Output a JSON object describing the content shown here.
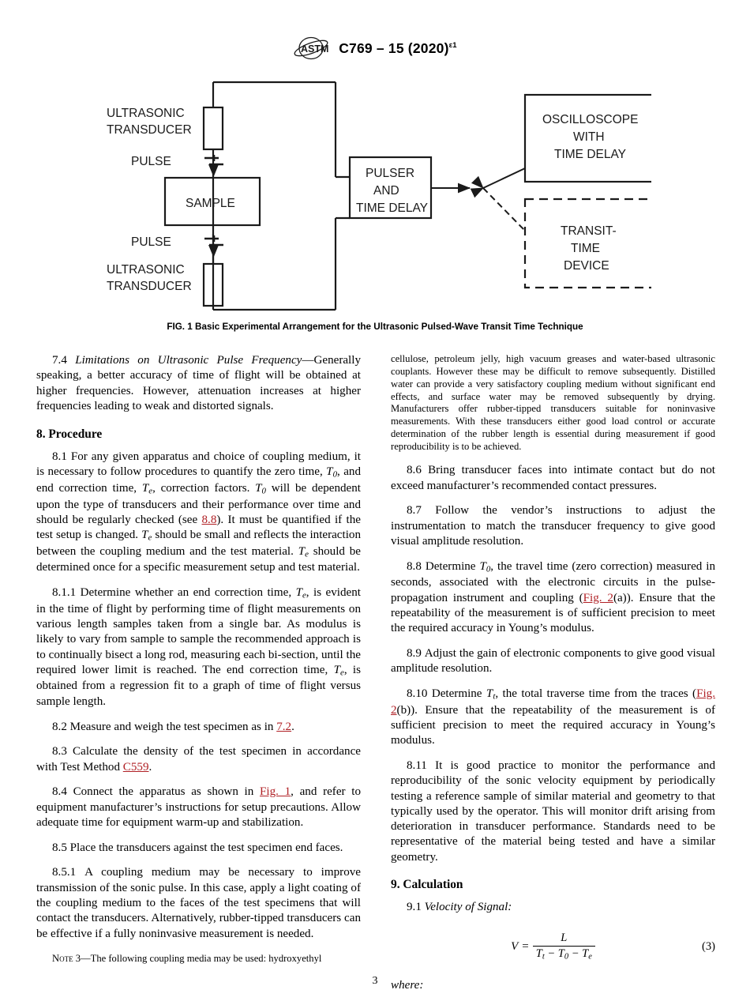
{
  "header": {
    "logo_alt": "astm-logo",
    "designation": "C769 – 15 (2020)",
    "revision_mark": "ε1"
  },
  "figure": {
    "caption": "FIG. 1 Basic Experimental Arrangement for the Ultrasonic Pulsed-Wave Transit Time Technique",
    "labels": {
      "transducer_top": "ULTRASONIC\nTRANSDUCER",
      "transducer_top_line1": "ULTRASONIC",
      "transducer_top_line2": "TRANSDUCER",
      "pulse_top": "PULSE",
      "sample": "SAMPLE",
      "pulse_bottom": "PULSE",
      "transducer_bottom_line1": "ULTRASONIC",
      "transducer_bottom_line2": "TRANSDUCER",
      "pulser_line1": "PULSER",
      "pulser_line2": "AND",
      "pulser_line3": "TIME DELAY",
      "oscilloscope_line1": "OSCILLOSCOPE",
      "oscilloscope_line2": "WITH",
      "oscilloscope_line3": "TIME DELAY",
      "transit_line1": "TRANSIT-",
      "transit_line2": "TIME",
      "transit_line3": "DEVICE"
    }
  },
  "left_column": {
    "p74_num": "7.4",
    "p74_title": "Limitations on Ultrasonic Pulse Frequency",
    "p74_text": "—Generally speaking, a better accuracy of time of flight will be obtained at higher frequencies. However, attenuation increases at higher frequencies leading to weak and distorted signals.",
    "heading8": "8.  Procedure",
    "p81_num": "8.1",
    "p81_a": "For any given apparatus and choice of coupling medium, it is necessary to follow procedures to quantify the zero time, ",
    "p81_b": ", and end correction time, ",
    "p81_c": ", correction factors. ",
    "p81_d": " will be dependent upon the type of transducers and their performance over time and should be regularly checked (see ",
    "p81_xref": "8.8",
    "p81_e": "). It must be quantified if the test setup is changed. ",
    "p81_f": " should be small and reflects the interaction between the coupling medium and the test material. ",
    "p81_g": " should be determined once for a specific measurement setup and test material.",
    "p811_num": "8.1.1",
    "p811_a": "Determine whether an end correction time, ",
    "p811_b": ", is evident in the time of flight by performing time of flight measurements on various length samples taken from a single bar. As modulus is likely to vary from sample to sample the recommended approach is to continually bisect a long rod, measuring each bi-section, until the required lower limit is reached. The end correction time, ",
    "p811_c": ", is obtained from a regression fit to a graph of time of flight versus sample length.",
    "p82_num": "8.2",
    "p82_a": "Measure and weigh the test specimen as in ",
    "p82_xref": "7.2",
    "p82_b": ".",
    "p83_num": "8.3",
    "p83_a": "Calculate the density of the test specimen in accordance with Test Method ",
    "p83_xref": "C559",
    "p83_b": ".",
    "p84_num": "8.4",
    "p84_a": "Connect the apparatus as shown in ",
    "p84_xref": "Fig. 1",
    "p84_b": ", and refer to equipment manufacturer’s instructions for setup precautions. Allow adequate time for equipment warm-up and stabilization.",
    "p85_num": "8.5",
    "p85_text": "Place the transducers against the test specimen end faces.",
    "p851_num": "8.5.1",
    "p851_text": "A coupling medium may be necessary to improve transmission of the sonic pulse. In this case, apply a light coating of the coupling medium to the faces of the test specimens that will contact the transducers. Alternatively, rubber-tipped transducers can be effective if a fully noninvasive measurement is needed.",
    "note3_label": "Note 3",
    "note3_text": "—The following coupling media may be used: hydroxyethyl"
  },
  "right_column": {
    "note3_cont": "cellulose, petroleum jelly, high vacuum greases and water-based ultrasonic couplants. However these may be difficult to remove subsequently. Distilled water can provide a very satisfactory coupling medium without significant end effects, and surface water may be removed subsequently by drying. Manufacturers offer rubber-tipped transducers suitable for noninvasive measurements. With these transducers either good load control or accurate determination of the rubber length is essential during measurement if good reproducibility is to be achieved.",
    "p86_num": "8.6",
    "p86_text": "Bring transducer faces into intimate contact but do not exceed manufacturer’s recommended contact pressures.",
    "p87_num": "8.7",
    "p87_text": "Follow the vendor’s instructions to adjust the instrumentation to match the transducer frequency to give good visual amplitude resolution.",
    "p88_num": "8.8",
    "p88_a": "Determine ",
    "p88_b": ", the travel time (zero correction) measured in seconds, associated with the electronic circuits in the pulse-propagation instrument and coupling (",
    "p88_xref": "Fig. 2",
    "p88_c": "(a)). Ensure that the repeatability of the measurement is of sufficient precision to meet the required accuracy in Young’s modulus.",
    "p89_num": "8.9",
    "p89_text": "Adjust the gain of electronic components to give good visual amplitude resolution.",
    "p810_num": "8.10",
    "p810_a": "Determine ",
    "p810_b": ", the total traverse time from the traces (",
    "p810_xref": "Fig. 2",
    "p810_c": "(b)). Ensure that the repeatability of the measurement is of sufficient precision to meet the required accuracy in Young’s modulus.",
    "p811_num": "8.11",
    "p811_text": "It is good practice to monitor the performance and reproducibility of the sonic velocity equipment by periodically testing a reference sample of similar material and geometry to that typically used by the operator. This will monitor drift arising from deterioration in transducer performance. Standards need to be representative of the material being tested and have a similar geometry.",
    "heading9": "9.  Calculation",
    "p91_num": "9.1",
    "p91_title": "Velocity of Signal:",
    "equation": {
      "lhs": "V",
      "equals": "=",
      "numerator": "L",
      "denominator": "T t − T 0 − T e",
      "number": "(3)"
    },
    "where_label": "where:"
  },
  "symbols": {
    "T": "T",
    "sub_0": "0",
    "sub_e": "e",
    "sub_t": "t",
    "V": "V",
    "L": "L"
  },
  "footer": {
    "page_number": "3"
  },
  "colors": {
    "xref_red": "#b02025",
    "text_black": "#000000",
    "page_background": "#ffffff"
  }
}
